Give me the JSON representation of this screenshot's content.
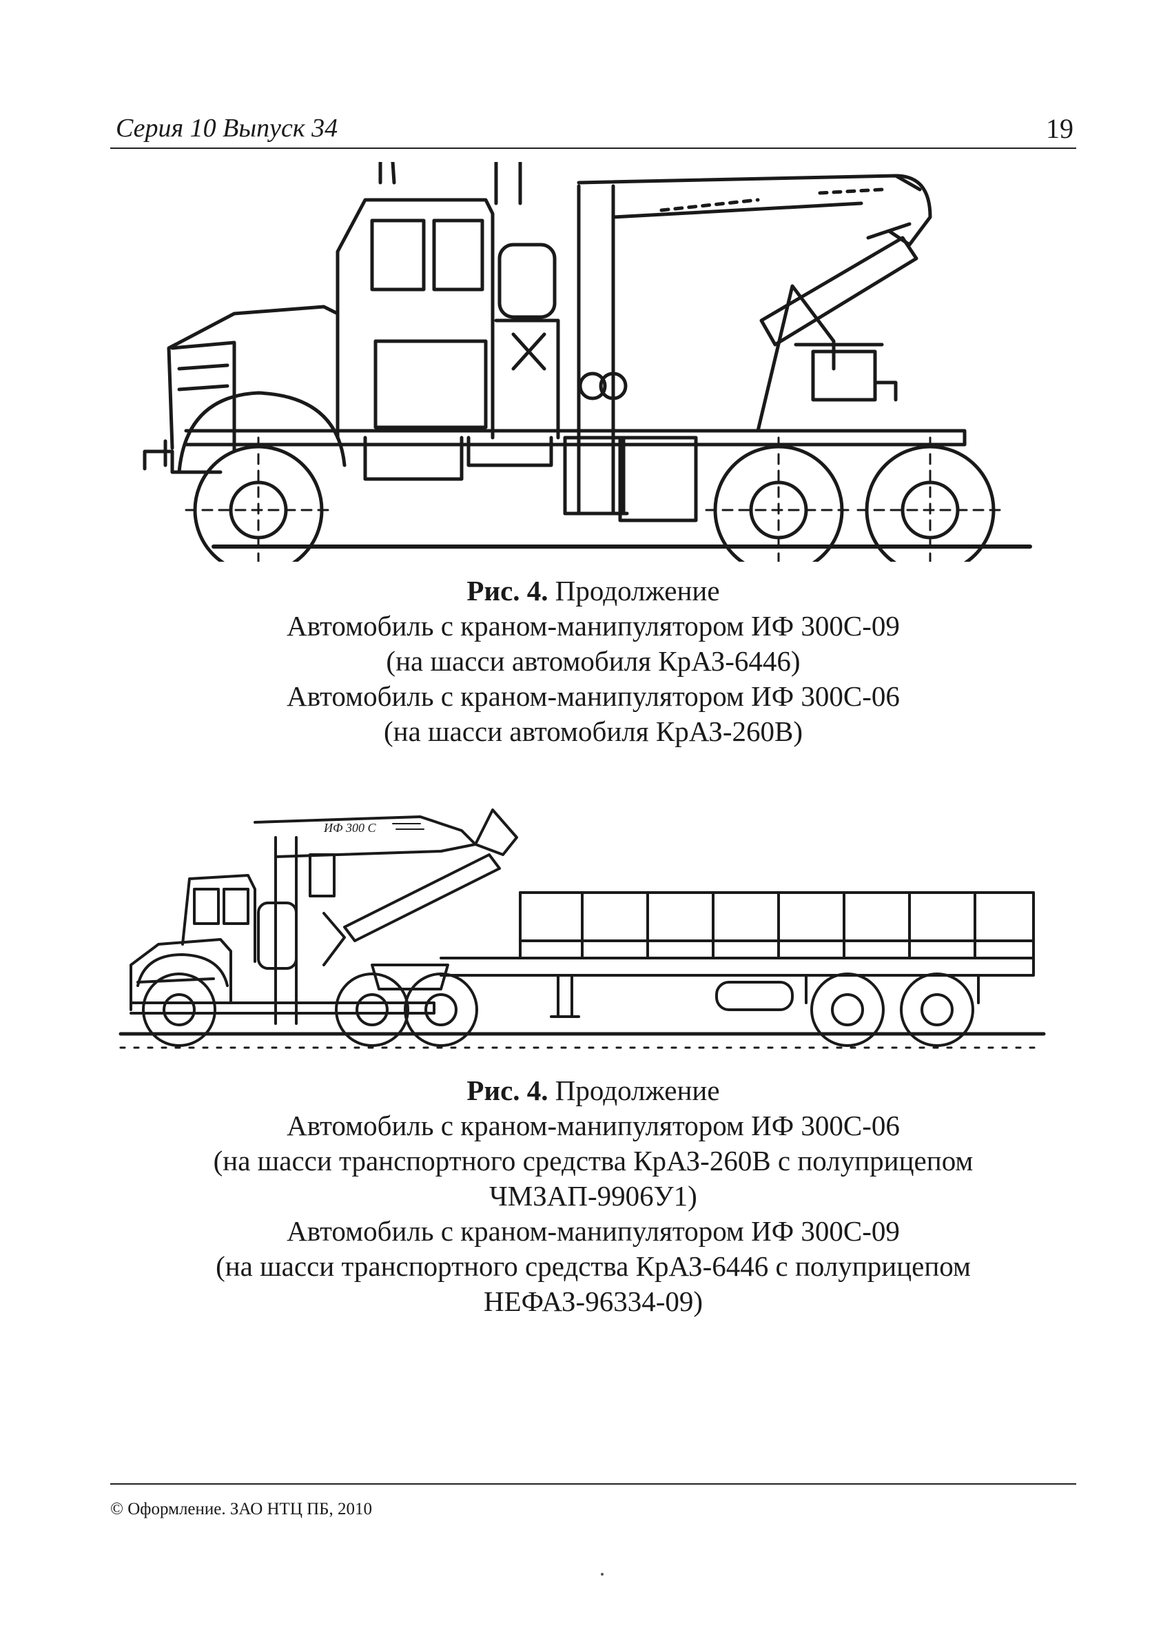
{
  "header": {
    "series": "Серия 10  Выпуск 34",
    "page_number": "19"
  },
  "figures": [
    {
      "label": "Рис. 4.",
      "title": "Продолжение",
      "lines": [
        "Автомобиль с краном-манипулятором ИФ 300С-09",
        "(на шасси автомобиля КрАЗ-6446)",
        "Автомобиль с краном-манипулятором ИФ 300С-06",
        "(на шасси автомобиля КрАЗ-260В)"
      ]
    },
    {
      "label": "Рис. 4.",
      "title": "Продолжение",
      "boom_text": "ИФ 300 С",
      "lines": [
        "Автомобиль с краном-манипулятором ИФ 300С-06",
        "(на шасси транспортного средства КрАЗ-260В с полуприцепом",
        "ЧМЗАП-9906У1)",
        "Автомобиль с краном-манипулятором ИФ 300С-09",
        "(на шасси транспортного средства КрАЗ-6446 с полуприцепом",
        "НЕФАЗ-96334-09)"
      ]
    }
  ],
  "footer": {
    "copyright": "© Оформление. ЗАО НТЦ ПБ, 2010"
  }
}
